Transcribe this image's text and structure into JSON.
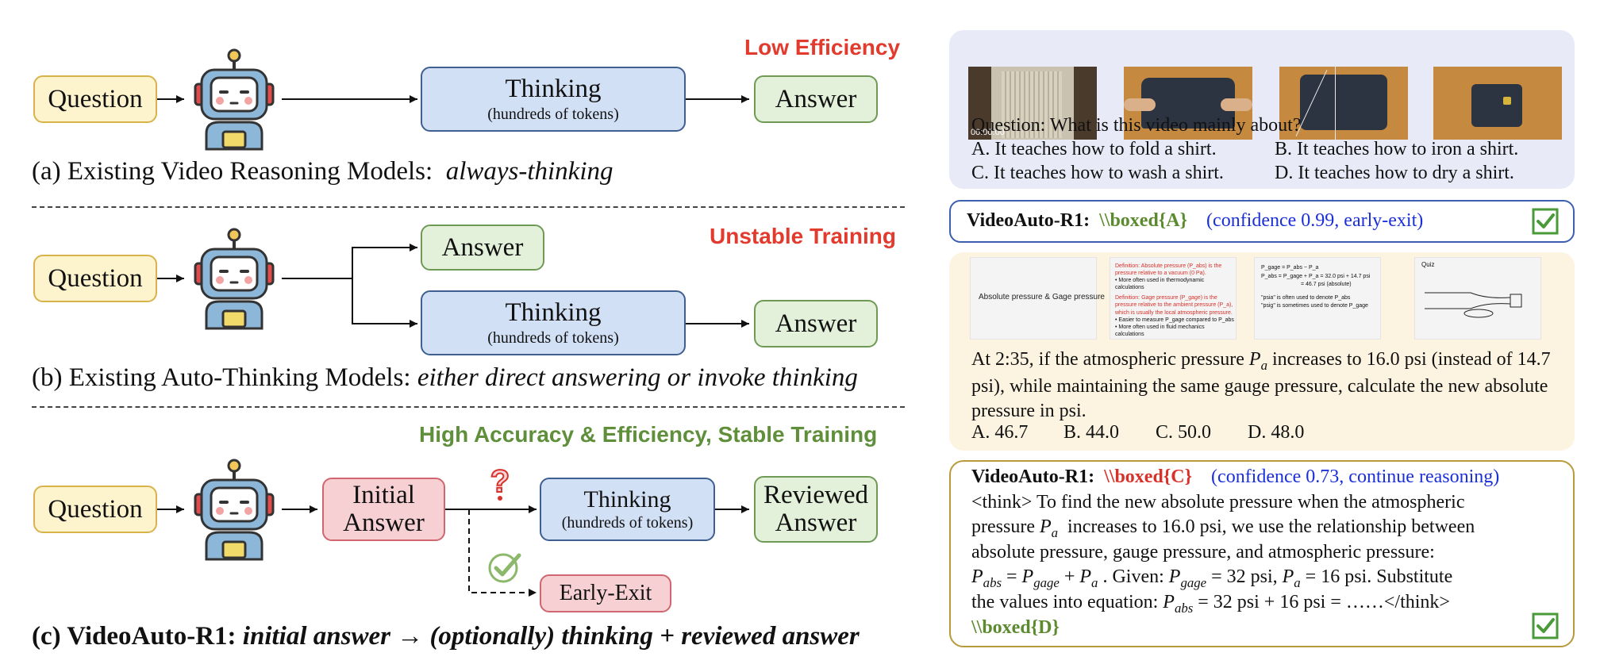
{
  "colors": {
    "red": "#e23b2e",
    "green": "#5f8f3a",
    "blue": "#1a2fd8",
    "boxed_green": "#5c8a2e",
    "boxed_red": "#d8312a"
  },
  "icons": [
    "robot-icon",
    "question-mark-icon",
    "check-mark-icon",
    "checkbox-icon"
  ],
  "section_a": {
    "question": "Question",
    "thinking": "Thinking",
    "thinking_sub": "(hundreds of tokens)",
    "answer": "Answer",
    "warning": "Low Efficiency",
    "caption_prefix": "(a) Existing Video Reasoning Models:",
    "caption_em": "always-thinking"
  },
  "section_b": {
    "question": "Question",
    "answer_direct": "Answer",
    "thinking": "Thinking",
    "thinking_sub": "(hundreds of tokens)",
    "answer": "Answer",
    "warning": "Unstable Training",
    "caption_prefix": "(b) Existing Auto-Thinking Models:",
    "caption_em": "either direct answering or invoke thinking"
  },
  "section_c": {
    "question": "Question",
    "initial_1": "Initial",
    "initial_2": "Answer",
    "thinking": "Thinking",
    "thinking_sub": "(hundreds of tokens)",
    "reviewed_1": "Reviewed",
    "reviewed_2": "Answer",
    "early_exit": "Early-Exit",
    "highlight": "High Accuracy & Efficiency, Stable Training",
    "caption_prefix": "(c) VideoAuto-R1:",
    "caption_em": "initial answer → (optionally) thinking + reviewed answer"
  },
  "example1": {
    "timestamp": "00:00:00",
    "question": "Question: What is this video mainly about?",
    "options": [
      "A. It teaches how to fold a shirt.",
      "B. It teaches how to iron a shirt.",
      "C. It teaches how to wash a shirt.",
      "D. It teaches how to dry a shirt."
    ],
    "model": "VideoAuto-R1:",
    "boxed": "\\\\boxed{A}",
    "confidence": "(confidence 0.99, early-exit)"
  },
  "example2": {
    "slide1": "Absolute pressure & Gage pressure",
    "slide2_def1": "Definition: Absolute pressure (P_abs) is the pressure relative to a vacuum (0 Pa).",
    "slide2_b1": "• More often used in thermodynamic calculations",
    "slide2_def2": "Definition: Gage pressure (P_gage) is the pressure relative to the ambient pressure (P_a), which is usually the local atmospheric pressure.",
    "slide2_b2": "• Easier to measure P_gage compared to P_abs",
    "slide2_b3": "• More often used in fluid mechanics calculations",
    "slide3_l1": "P_gage = P_abs − P_a",
    "slide3_l2": "P_abs = P_gage + P_a = 32.0 psi + 14.7 psi",
    "slide3_l3": "= 46.7 psi (absolute)",
    "slide3_n1": "\"psia\" is often used to denote P_abs",
    "slide3_n2": "\"psig\" is sometimes used to denote P_gage",
    "slide4": "Quiz",
    "question_1": "At 2:35, if the atmospheric pressure",
    "question_2": "increases to 16.0 psi (instead of 14.7 psi), while maintaining the same gauge pressure, calculate the new absolute pressure in psi.",
    "options": [
      "A. 46.7",
      "B. 44.0",
      "C. 50.0",
      "D. 48.0"
    ],
    "model": "VideoAuto-R1:",
    "boxed": "\\\\boxed{C}",
    "confidence": "(confidence 0.73, continue reasoning)",
    "think_1": "<think> To find the new absolute pressure when the atmospheric",
    "think_2a": "pressure",
    "think_2b": "increases to 16.0 psi, we use the relationship between",
    "think_3": "absolute pressure, gauge pressure, and atmospheric pressure:",
    "think_4b": ". Given:",
    "think_4c": "= 32 psi,",
    "think_4d": "= 16 psi. Substitute",
    "think_5a": "the values into equation:",
    "think_5b": "= 32 psi + 16 psi = ……</think>",
    "final_boxed": "\\\\boxed{D}"
  }
}
